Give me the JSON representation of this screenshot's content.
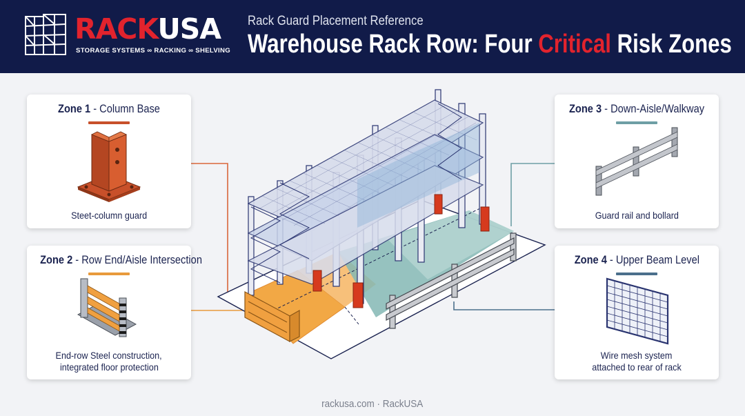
{
  "header": {
    "brand_part1": "RACK",
    "brand_part2": "USA",
    "tagline": "STORAGE SYSTEMS ∞ RACKING ∞ SHELVING",
    "subtitle": "Rack Guard Placement Reference",
    "title_before": "Warehouse Rack Row: Four ",
    "title_highlight": "Critical",
    "title_after": " Risk Zones"
  },
  "zones": [
    {
      "number": "Zone 1",
      "name": " - Column Base",
      "caption": "Steet-column guard",
      "accent": "#c8502a"
    },
    {
      "number": "Zone 2",
      "name": " - Row End/Aisle Intersection",
      "caption_line1": "End-row Steel construction,",
      "caption_line2": "integrated floor protection",
      "accent": "#e89a3c"
    },
    {
      "number": "Zone 3",
      "name": " - Down-Aisle/Walkway",
      "caption": "Guard rail and bollard",
      "accent": "#6e9fa5"
    },
    {
      "number": "Zone 4",
      "name": " - Upper Beam Level",
      "caption_line1": "Wire mesh system",
      "caption_line2": "attached to rear of rack",
      "accent": "#4b6f8c"
    }
  ],
  "colors": {
    "navy": "#111b49",
    "brand_red": "#e2232d",
    "orange": "#f0a040",
    "teal": "#84b7b4",
    "column_red": "#d63a1e"
  },
  "icons": [
    "rack-logo-icon",
    "column-guard-icon",
    "end-of-row-guard-icon",
    "guard-rail-icon",
    "wire-mesh-panel-icon"
  ],
  "footer": {
    "text": "rackusa.com · RackUSA"
  }
}
